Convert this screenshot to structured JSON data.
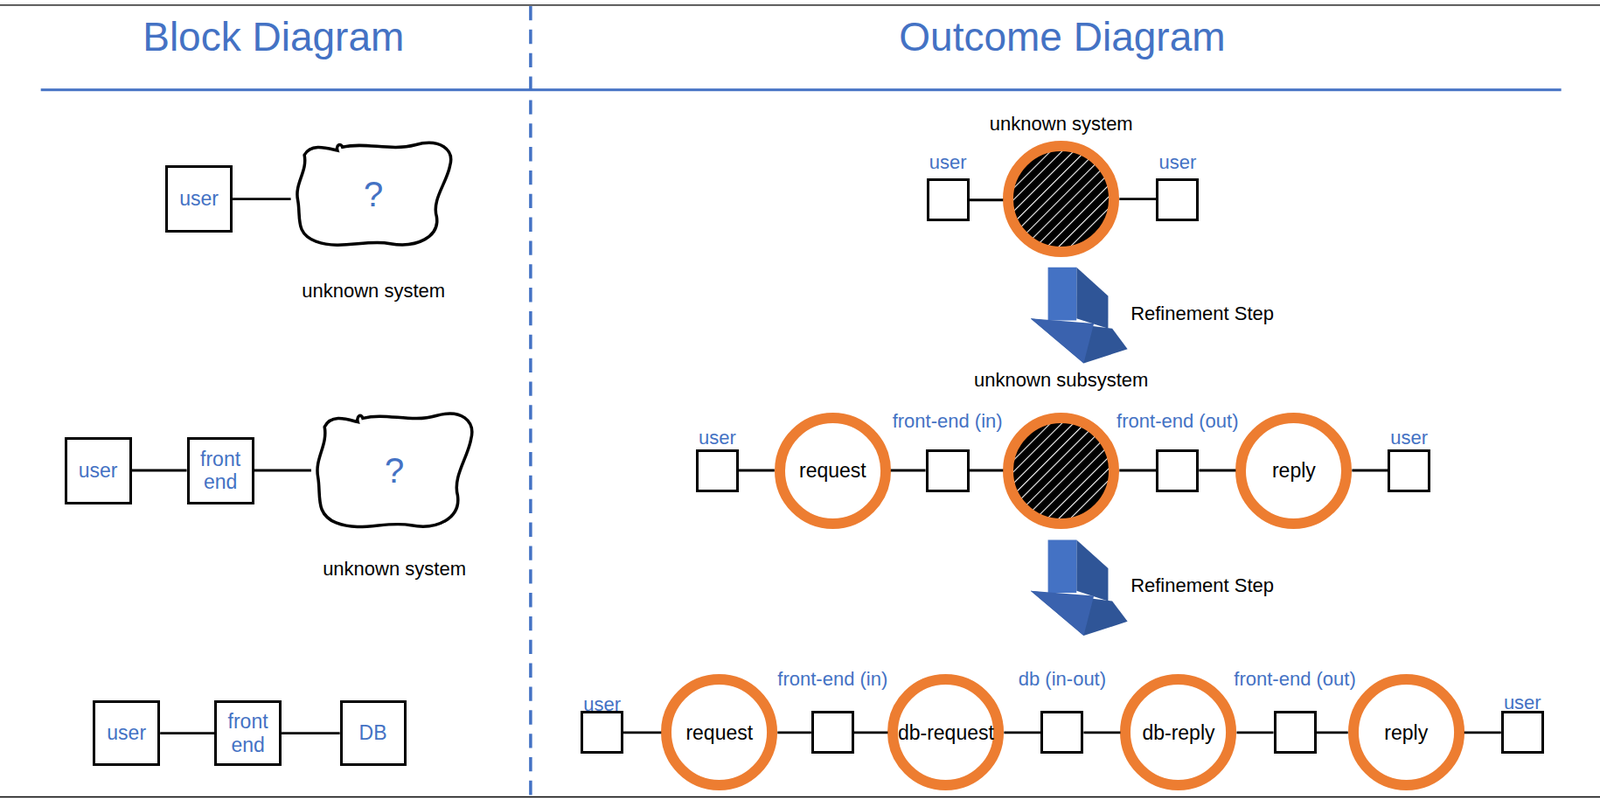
{
  "diagram": {
    "nodes": [
      {
        "text": [
          "user"
        ]
      },
      {
        "text": [
          "?",
          "unknown system"
        ]
      },
      {
        "text": [
          "user"
        ]
      },
      {
        "text": [
          "front end"
        ]
      },
      {
        "text": [
          "?",
          "unknown system"
        ]
      },
      {
        "text": [
          "user"
        ]
      },
      {
        "text": [
          "front end"
        ]
      },
      {
        "text": [
          "DB"
        ]
      },
      {
        "text": [
          "user"
        ]
      },
      {
        "text": [
          "unknown system"
        ]
      },
      {
        "text": [
          "user"
        ]
      },
      {
        "text": [
          "user"
        ]
      },
      {
        "text": [
          "request"
        ]
      },
      {
        "text": [
          "front-end (in)"
        ]
      },
      {
        "text": [
          "unknown subsystem"
        ]
      },
      {
        "text": [
          "front-end (out)"
        ]
      },
      {
        "text": [
          "reply"
        ]
      },
      {
        "text": [
          "user"
        ]
      },
      {
        "text": [
          "user"
        ]
      },
      {
        "text": [
          "request"
        ]
      },
      {
        "text": [
          "front-end (in)"
        ]
      },
      {
        "text": [
          "db-request"
        ]
      },
      {
        "text": [
          "db (in-out)"
        ]
      },
      {
        "text": [
          "db-reply"
        ]
      },
      {
        "text": [
          "front-end (out)"
        ]
      },
      {
        "text": [
          "reply"
        ]
      },
      {
        "text": [
          "user"
        ]
      }
    ],
    "edges": [
      {
        "from": 0,
        "to": 1,
        "arrow": "none"
      },
      {
        "from": 2,
        "to": 3,
        "arrow": "none"
      },
      {
        "from": 3,
        "to": 4,
        "arrow": "none"
      },
      {
        "from": 5,
        "to": 6,
        "arrow": "none"
      },
      {
        "from": 6,
        "to": 7,
        "arrow": "none"
      },
      {
        "from": 8,
        "to": 9,
        "arrow": "none"
      },
      {
        "from": 9,
        "to": 10,
        "arrow": "none"
      },
      {
        "from": 11,
        "to": 12,
        "arrow": "none"
      },
      {
        "from": 12,
        "to": 13,
        "arrow": "none"
      },
      {
        "from": 13,
        "to": 14,
        "arrow": "none"
      },
      {
        "from": 14,
        "to": 15,
        "arrow": "none"
      },
      {
        "from": 15,
        "to": 16,
        "arrow": "none"
      },
      {
        "from": 16,
        "to": 17,
        "arrow": "none"
      },
      {
        "from": 18,
        "to": 19,
        "arrow": "none"
      },
      {
        "from": 19,
        "to": 20,
        "arrow": "none"
      },
      {
        "from": 20,
        "to": 21,
        "arrow": "none"
      },
      {
        "from": 21,
        "to": 22,
        "arrow": "none"
      },
      {
        "from": 22,
        "to": 23,
        "arrow": "none"
      },
      {
        "from": 23,
        "to": 24,
        "arrow": "none"
      },
      {
        "from": 24,
        "to": 25,
        "arrow": "none"
      },
      {
        "from": 25,
        "to": 26,
        "arrow": "none"
      }
    ],
    "labels": [
      "Block Diagram",
      "Outcome Diagram",
      "Refinement Step",
      "Refinement Step"
    ]
  }
}
